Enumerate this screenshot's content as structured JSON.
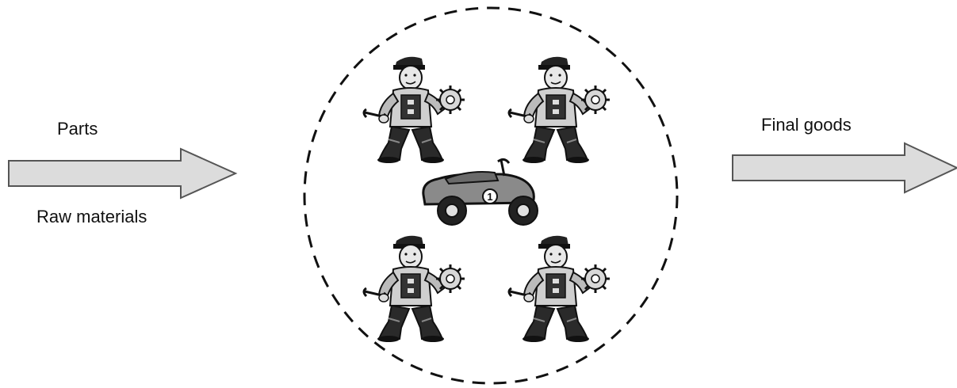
{
  "inputs": {
    "top_label": "Parts",
    "bottom_label": "Raw materials"
  },
  "output": {
    "label": "Final goods"
  },
  "factory": {
    "workers": [
      "mechanic-icon",
      "mechanic-icon",
      "mechanic-icon",
      "mechanic-icon"
    ],
    "product": "race-car-icon",
    "car_number": "1",
    "boundary_style": "dashed"
  },
  "colors": {
    "arrow_fill": "#dcdcdc",
    "arrow_stroke": "#555555",
    "outline": "#111111"
  }
}
